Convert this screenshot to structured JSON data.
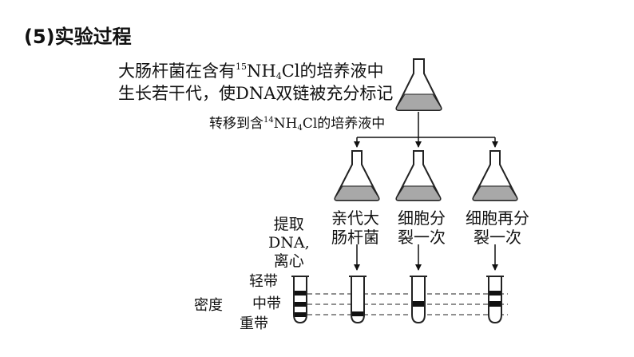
{
  "heading": "(5)实验过程",
  "intro": {
    "line1_prefix": "大肠杆菌在含有",
    "line1_isotope": "15",
    "line1_formula_a": "NH",
    "line1_formula_sub": "4",
    "line1_formula_b": "Cl",
    "line1_suffix": "的培养液中",
    "line2": "生长若干代，使DNA双链被充分标记"
  },
  "transfer": {
    "prefix": "转移到含",
    "isotope": "14",
    "formula_a": "NH",
    "formula_sub": "4",
    "formula_b": "Cl",
    "suffix": "的培养液中"
  },
  "extract": {
    "line1": "提取",
    "line2": "DNA,",
    "line3": "离心"
  },
  "flask_labels": [
    {
      "line1": "亲代大",
      "line2": "肠杆菌"
    },
    {
      "line1": "细胞分",
      "line2": "裂一次"
    },
    {
      "line1": "细胞再分",
      "line2": "裂一次"
    }
  ],
  "bands": {
    "light": "轻带",
    "middle": "中带",
    "heavy": "重带"
  },
  "density_label": "密度"
}
